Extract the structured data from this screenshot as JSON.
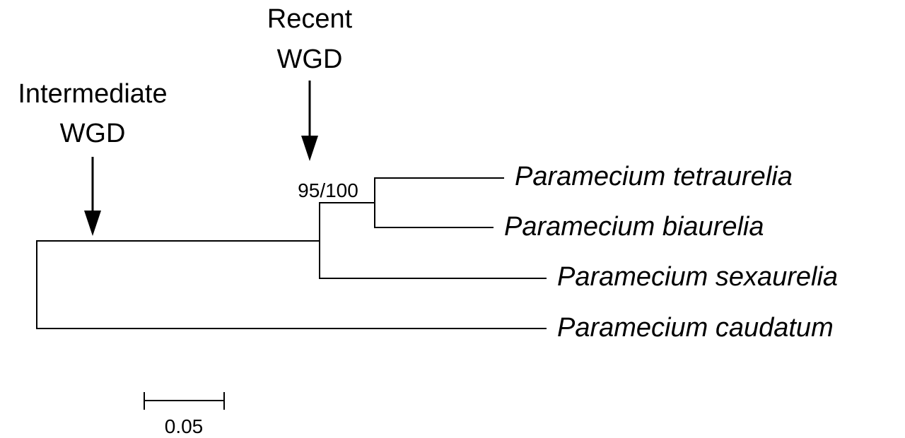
{
  "tree": {
    "taxa": [
      "Paramecium tetraurelia",
      "Paramecium biaurelia",
      "Paramecium sexaurelia",
      "Paramecium caudatum"
    ],
    "support_value": "95/100",
    "events": [
      {
        "line1": "Recent",
        "line2": "WGD"
      },
      {
        "line1": "Intermediate",
        "line2": "WGD"
      }
    ],
    "scale_bar_label": "0.05"
  }
}
